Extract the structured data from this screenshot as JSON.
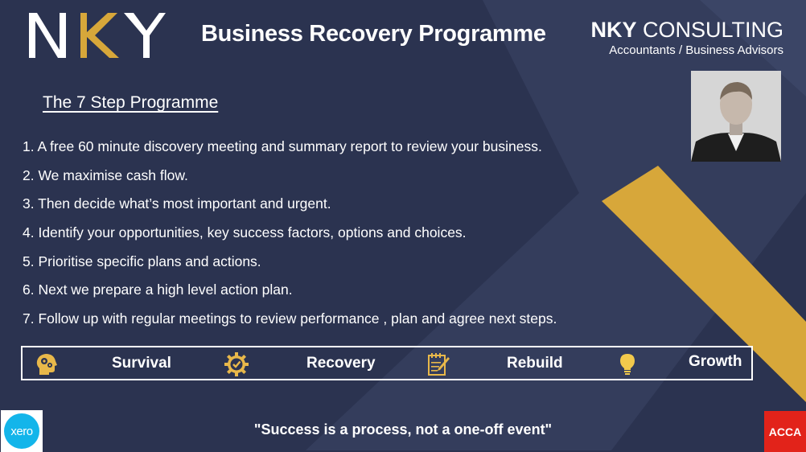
{
  "header": {
    "title": "Business Recovery Programme",
    "brand_name_bold": "NKY",
    "brand_name_rest": " CONSULTING",
    "brand_subtitle": "Accountants / Business Advisors"
  },
  "logo_icon": "nky-logo-icon",
  "photo_icon": "advisor-portrait-icon",
  "section_heading": "The 7 Step Programme",
  "steps": [
    "1. A free 60 minute discovery meeting  and summary report to review your business.",
    "2. We maximise cash flow.",
    "3. Then decide what’s most important and urgent.",
    "4. Identify your opportunities, key success factors, options and choices.",
    "5. Prioritise  specific plans and actions.",
    "6. Next we prepare a high level action plan.",
    "7. Follow up with regular meetings to review performance , plan and agree next steps."
  ],
  "pillars": [
    {
      "label": "Survival",
      "icon": "head-gears-icon"
    },
    {
      "label": "Recovery",
      "icon": "gear-check-icon"
    },
    {
      "label": "Rebuild",
      "icon": "notepad-pencil-icon"
    },
    {
      "label": "Growth",
      "icon": "lightbulb-icon"
    }
  ],
  "footer": {
    "quote": "\"Success is a process, not a one-off event\"",
    "xero_label": "xero",
    "acca_label": "ACCA"
  },
  "colors": {
    "background": "#2b3350",
    "background_light": "#343d5c",
    "accent_gold": "#d7a73a",
    "xero_blue": "#13b5ea",
    "acca_red": "#e2231a"
  }
}
